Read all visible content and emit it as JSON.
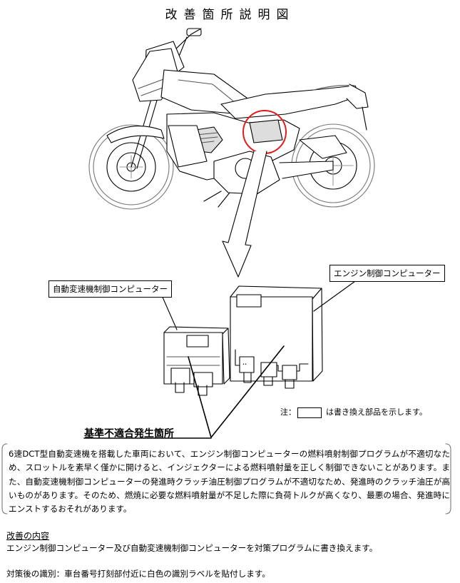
{
  "title": "改善箇所説明図",
  "labels": {
    "ecu": "エンジン制御コンピューター",
    "tcu": "自動変速機制御コンピューター",
    "nonconformity": "基準不適合発生箇所"
  },
  "legend": {
    "prefix": "注：",
    "suffix": "は書き換え部品を示します。"
  },
  "description": "6速DCT型自動変速機を搭載した車両において、エンジン制御コンピューターの燃料噴射制御プログラムが不適切なため、スロットルを素早く僅かに開けると、インジェクターによる燃料噴射量を正しく制御できないことがあります。また、自動変速機制御コンピューターの発進時クラッチ油圧制御プログラムが不適切なため、発進時のクラッチ油圧が高いものがあります。そのため、燃焼に必要な燃料噴射量が不足した際に負荷トルクが高くなり、最悪の場合、発進時にエンストするおそれがあります。",
  "improvement": {
    "heading": "改善の内容",
    "text": "エンジン制御コンピューター及び自動変速機制御コンピューターを対策プログラムに書き換えます。"
  },
  "identification": "対策後の識別：車台番号打刻部付近に白色の識別ラベルを貼付します。"
}
